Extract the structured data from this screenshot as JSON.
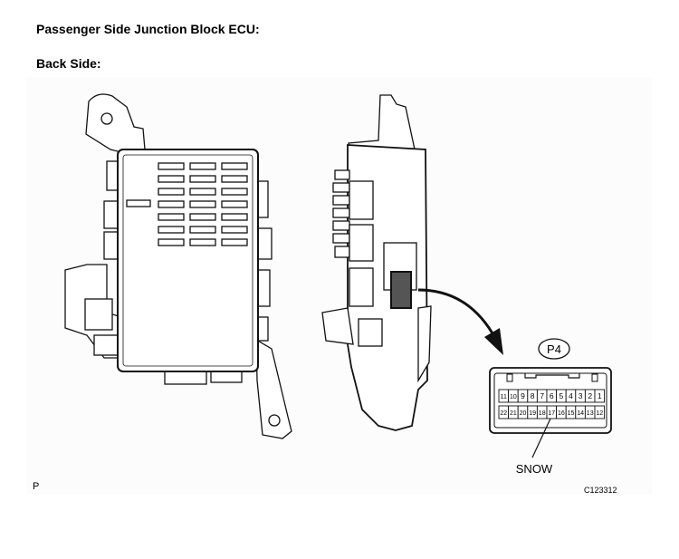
{
  "title": "Passenger Side Junction Block ECU:",
  "subtitle": "Back Side:",
  "connector": {
    "name": "P4",
    "harness_label": "SNOW",
    "top_row_pins": [
      "11",
      "10",
      "9",
      "8",
      "7",
      "6",
      "5",
      "4",
      "3",
      "2",
      "1"
    ],
    "bottom_row_pins": [
      "22",
      "21",
      "20",
      "19",
      "18",
      "17",
      "16",
      "15",
      "14",
      "13",
      "12"
    ]
  },
  "corner_mark": "P",
  "figure_code": "C123312"
}
